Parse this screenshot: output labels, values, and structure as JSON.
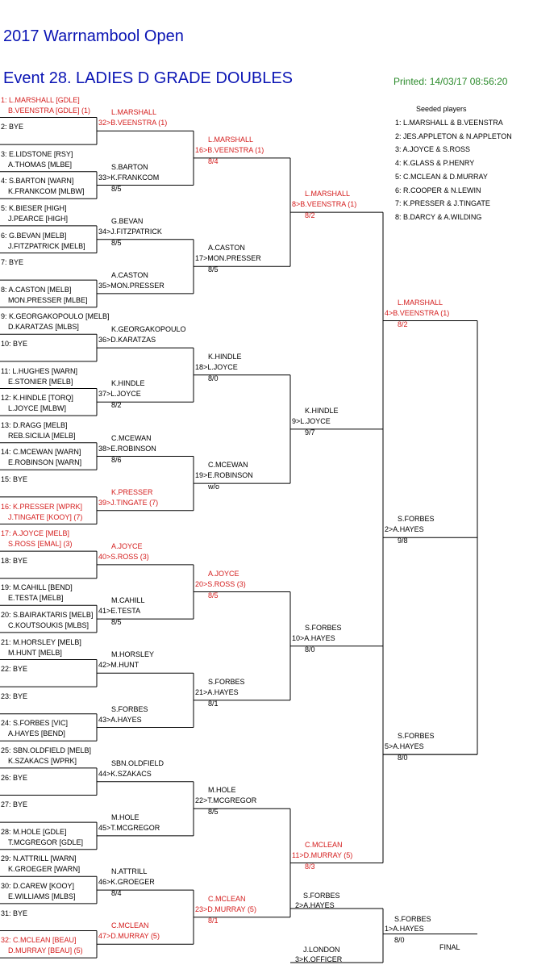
{
  "header": {
    "tournament": "2017 Warrnambool Open",
    "event": "Event 28. LADIES D GRADE DOUBLES",
    "printed": "Printed: 14/03/17 08:56:20"
  },
  "seeded": {
    "title": "Seeded players",
    "list": [
      "1: L.MARSHALL & B.VEENSTRA",
      "2: JES.APPLETON & N.APPLETON",
      "3: A.JOYCE & S.ROSS",
      "4: K.GLASS & P.HENRY",
      "5: C.MCLEAN & D.MURRAY",
      "6: R.COOPER & N.LEWIN",
      "7: K.PRESSER & J.TINGATE",
      "8: B.DARCY & A.WILDING"
    ]
  },
  "final_label": "FINAL",
  "draw": [
    {
      "a": "1: L.MARSHALL [GDLE]",
      "b": "B.VEENSTRA [GDLE] (1)",
      "red": true
    },
    {
      "a": "2: BYE",
      "b": ""
    },
    {
      "a": "3: E.LIDSTONE [RSY]",
      "b": "A.THOMAS [MLBE]"
    },
    {
      "a": "4: S.BARTON [WARN]",
      "b": "K.FRANKCOM [MLBW]"
    },
    {
      "a": "5: K.BIESER [HIGH]",
      "b": "J.PEARCE [HIGH]"
    },
    {
      "a": "6: G.BEVAN [MELB]",
      "b": "J.FITZPATRICK [MELB]"
    },
    {
      "a": "7: BYE",
      "b": ""
    },
    {
      "a": "8: A.CASTON [MELB]",
      "b": "MON.PRESSER [MLBE]"
    },
    {
      "a": "9: K.GEORGAKOPOULO [MELB]",
      "b": "D.KARATZAS [MLBS]"
    },
    {
      "a": "10: BYE",
      "b": ""
    },
    {
      "a": "11: L.HUGHES [WARN]",
      "b": "E.STONIER [MELB]"
    },
    {
      "a": "12: K.HINDLE [TORQ]",
      "b": "L.JOYCE [MLBW]"
    },
    {
      "a": "13: D.RAGG [MELB]",
      "b": "REB.SICILIA [MELB]"
    },
    {
      "a": "14: C.MCEWAN [WARN]",
      "b": "E.ROBINSON [WARN]"
    },
    {
      "a": "15: BYE",
      "b": ""
    },
    {
      "a": "16: K.PRESSER [WPRK]",
      "b": "J.TINGATE [KOOY] (7)",
      "red": true
    },
    {
      "a": "17: A.JOYCE [MELB]",
      "b": "S.ROSS [EMAL] (3)",
      "red": true
    },
    {
      "a": "18: BYE",
      "b": ""
    },
    {
      "a": "19: M.CAHILL [BEND]",
      "b": "E.TESTA [MELB]"
    },
    {
      "a": "20: S.BAIRAKTARIS [MELB]",
      "b": "C.KOUTSOUKIS [MLBS]"
    },
    {
      "a": "21: M.HORSLEY [MELB]",
      "b": "M.HUNT [MELB]"
    },
    {
      "a": "22: BYE",
      "b": ""
    },
    {
      "a": "23: BYE",
      "b": ""
    },
    {
      "a": "24: S.FORBES [VIC]",
      "b": "A.HAYES [BEND]"
    },
    {
      "a": "25: SBN.OLDFIELD [MELB]",
      "b": "K.SZAKACS [WPRK]"
    },
    {
      "a": "26: BYE",
      "b": ""
    },
    {
      "a": "27: BYE",
      "b": ""
    },
    {
      "a": "28: M.HOLE [GDLE]",
      "b": "T.MCGREGOR [GDLE]"
    },
    {
      "a": "29: N.ATTRILL [WARN]",
      "b": "K.GROEGER [WARN]"
    },
    {
      "a": "30: D.CAREW [KOOY]",
      "b": "E.WILLIAMS [MLBS]"
    },
    {
      "a": "31: BYE",
      "b": ""
    },
    {
      "a": "32: C.MCLEAN [BEAU]",
      "b": "D.MURRAY [BEAU] (5)",
      "red": true
    }
  ],
  "rounds": [
    [
      {
        "a": "L.MARSHALL",
        "b": "32>B.VEENSTRA (1)",
        "s": "",
        "red": true
      },
      {
        "a": "S.BARTON",
        "b": "33>K.FRANKCOM",
        "s": "8/5"
      },
      {
        "a": "G.BEVAN",
        "b": "34>J.FITZPATRICK",
        "s": "8/5"
      },
      {
        "a": "A.CASTON",
        "b": "35>MON.PRESSER",
        "s": ""
      },
      {
        "a": "K.GEORGAKOPOULO",
        "b": "36>D.KARATZAS",
        "s": ""
      },
      {
        "a": "K.HINDLE",
        "b": "37>L.JOYCE",
        "s": "8/2"
      },
      {
        "a": "C.MCEWAN",
        "b": "38>E.ROBINSON",
        "s": "8/6"
      },
      {
        "a": "K.PRESSER",
        "b": "39>J.TINGATE (7)",
        "s": "",
        "red": true
      },
      {
        "a": "A.JOYCE",
        "b": "40>S.ROSS (3)",
        "s": "",
        "red": true
      },
      {
        "a": "M.CAHILL",
        "b": "41>E.TESTA",
        "s": "8/5"
      },
      {
        "a": "M.HORSLEY",
        "b": "42>M.HUNT",
        "s": ""
      },
      {
        "a": "S.FORBES",
        "b": "43>A.HAYES",
        "s": ""
      },
      {
        "a": "SBN.OLDFIELD",
        "b": "44>K.SZAKACS",
        "s": ""
      },
      {
        "a": "M.HOLE",
        "b": "45>T.MCGREGOR",
        "s": ""
      },
      {
        "a": "N.ATTRILL",
        "b": "46>K.GROEGER",
        "s": "8/4"
      },
      {
        "a": "C.MCLEAN",
        "b": "47>D.MURRAY (5)",
        "s": "",
        "red": true
      }
    ],
    [
      {
        "a": "L.MARSHALL",
        "b": "16>B.VEENSTRA (1)",
        "s": "8/4",
        "red": true
      },
      {
        "a": "A.CASTON",
        "b": "17>MON.PRESSER",
        "s": "8/5"
      },
      {
        "a": "K.HINDLE",
        "b": "18>L.JOYCE",
        "s": "8/0"
      },
      {
        "a": "C.MCEWAN",
        "b": "19>E.ROBINSON",
        "s": "w/o"
      },
      {
        "a": "A.JOYCE",
        "b": "20>S.ROSS (3)",
        "s": "8/5",
        "red": true
      },
      {
        "a": "S.FORBES",
        "b": "21>A.HAYES",
        "s": "8/1"
      },
      {
        "a": "M.HOLE",
        "b": "22>T.MCGREGOR",
        "s": "8/5"
      },
      {
        "a": "C.MCLEAN",
        "b": "23>D.MURRAY (5)",
        "s": "8/1",
        "red": true
      }
    ],
    [
      {
        "a": "L.MARSHALL",
        "b": "8>B.VEENSTRA (1)",
        "s": "8/2",
        "red": true
      },
      {
        "a": "K.HINDLE",
        "b": "9>L.JOYCE",
        "s": "9/7"
      },
      {
        "a": "S.FORBES",
        "b": "10>A.HAYES",
        "s": "8/0"
      },
      {
        "a": "C.MCLEAN",
        "b": "11>D.MURRAY (5)",
        "s": "8/3",
        "red": true
      }
    ],
    [
      {
        "a": "L.MARSHALL",
        "b": "4>B.VEENSTRA (1)",
        "s": "8/2",
        "red": true
      },
      {
        "a": "S.FORBES",
        "b": "5>A.HAYES",
        "s": "8/0"
      }
    ],
    [
      {
        "a": "S.FORBES",
        "b": "2>A.HAYES",
        "s": "9/8"
      },
      {
        "a": "S.FORBES",
        "b": "3>K.OFFICER",
        "s": "",
        "a_override": "J.LONDON"
      }
    ],
    [
      {
        "a": "S.FORBES",
        "b": "1>A.HAYES",
        "s": "8/0"
      }
    ]
  ]
}
